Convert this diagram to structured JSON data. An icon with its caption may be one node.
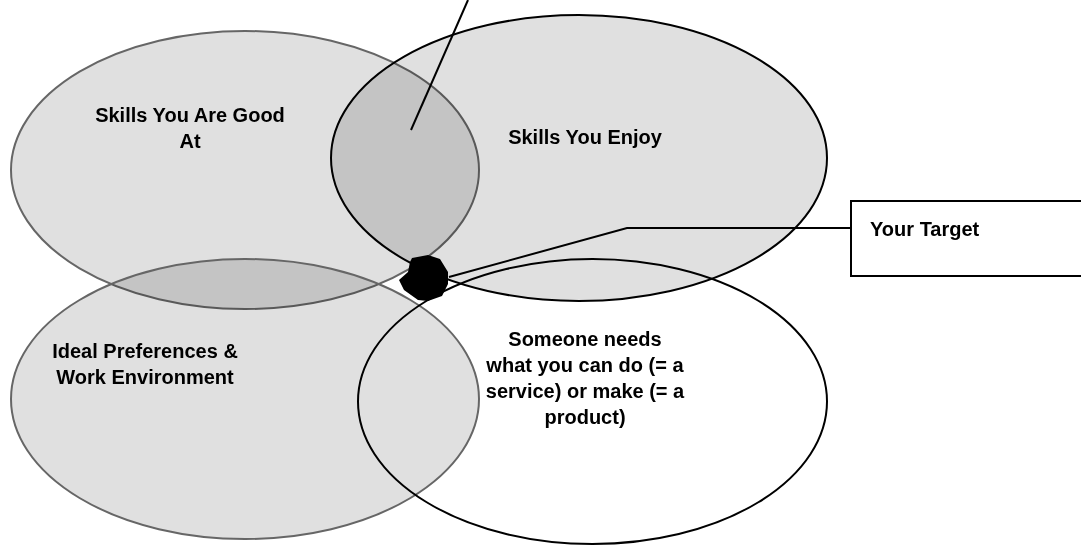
{
  "diagram": {
    "nodes": [
      {
        "text": [
          "Skills You Are Good At"
        ]
      },
      {
        "text": [
          "Skills You Enjoy"
        ]
      },
      {
        "text": [],
        "shape": "blob"
      },
      {
        "text": [
          "Your Target"
        ]
      },
      {
        "text": [
          "Ideal Preferences & Work Environment"
        ]
      },
      {
        "text": [
          "Someone needs what you can do (= a service) or make (= a product)"
        ]
      }
    ],
    "edges": [
      {
        "from": null,
        "to": 1,
        "arrow": "none"
      },
      {
        "from": 3,
        "to": 2,
        "arrow": "none"
      }
    ]
  }
}
